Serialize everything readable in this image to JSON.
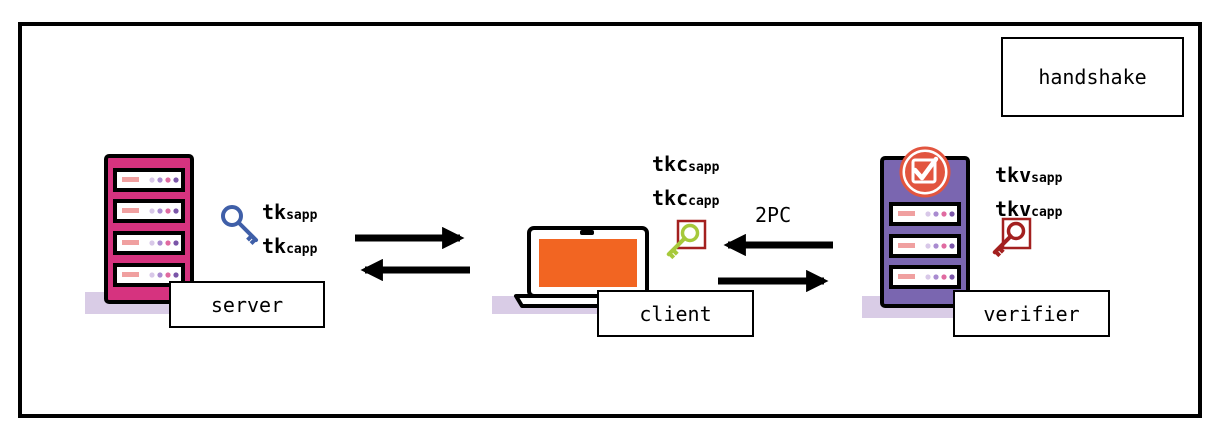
{
  "phase_label": "handshake",
  "entities": {
    "server": {
      "label": "server",
      "keys": [
        {
          "base": "tk",
          "sub": "sapp"
        },
        {
          "base": "tk",
          "sub": "capp"
        }
      ]
    },
    "client": {
      "label": "client",
      "keys": [
        {
          "base": "tkc",
          "sub": "sapp"
        },
        {
          "base": "tkc",
          "sub": "capp"
        }
      ]
    },
    "verifier": {
      "label": "verifier",
      "keys": [
        {
          "base": "tkv",
          "sub": "sapp"
        },
        {
          "base": "tkv",
          "sub": "capp"
        }
      ]
    }
  },
  "protocol_label": "2PC",
  "colors": {
    "server_rack": "#d6337f",
    "verifier_rack": "#7a66b0",
    "laptop_screen": "#f26522",
    "shadow": "#d9cce6",
    "server_key": "#3f5fa8",
    "client_key": "#a6c93b",
    "verifier_key": "#a3201f",
    "check_badge": "#e2553f"
  },
  "icons": [
    "server-rack-icon",
    "laptop-icon",
    "verifier-rack-icon",
    "key-icon",
    "check-badge-icon"
  ]
}
